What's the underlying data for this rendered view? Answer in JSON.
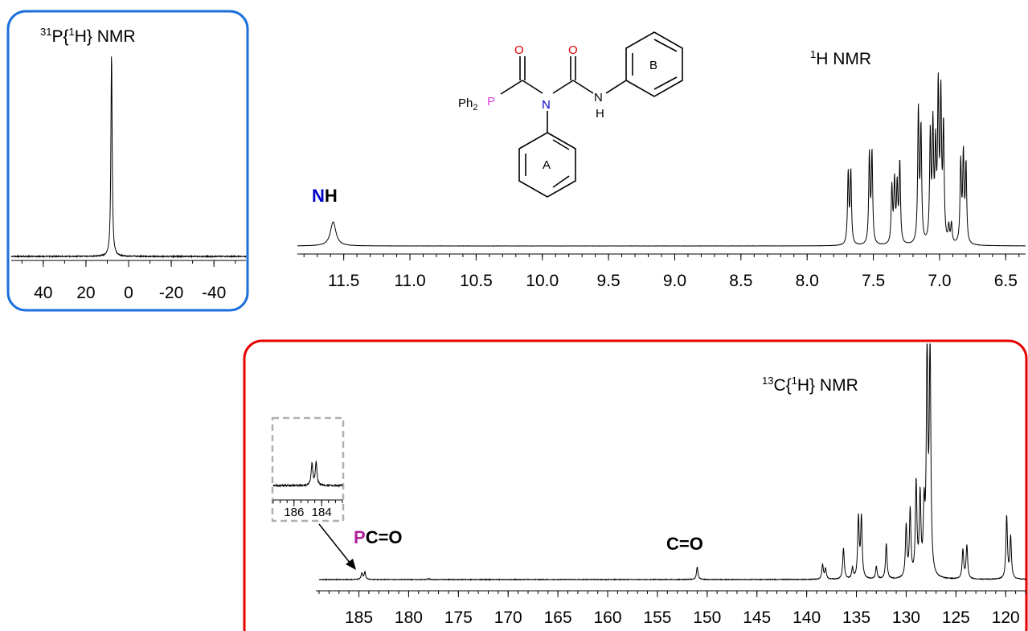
{
  "chart_data": [
    {
      "id": "p31",
      "type": "line",
      "title_sup": "31",
      "title_rest": "P{",
      "title_sup2": "1",
      "title_end": "H} NMR",
      "xlim": [
        55,
        -55
      ],
      "ticks": [
        40,
        20,
        0,
        -20,
        -40
      ],
      "tick_labels": [
        "40",
        "20",
        "0",
        "-20",
        "-40"
      ],
      "peaks": [
        {
          "x": 8,
          "height": 1.0
        }
      ],
      "frame_color": "#1a6fdc"
    },
    {
      "id": "h1",
      "type": "line",
      "title_sup": "1",
      "title_rest": "H NMR",
      "xlim": [
        11.85,
        6.35
      ],
      "ticks": [
        11.5,
        11.0,
        10.5,
        10.0,
        9.5,
        9.0,
        8.5,
        8.0,
        7.5,
        7.0,
        6.5
      ],
      "tick_labels": [
        "11.5",
        "11.0",
        "10.5",
        "10.0",
        "9.5",
        "9.0",
        "8.5",
        "8.0",
        "7.5",
        "7.0",
        "6.5"
      ],
      "peaks": [
        {
          "x": 11.58,
          "height": 0.15,
          "width": 0.025
        },
        {
          "x": 7.69,
          "height": 0.44
        },
        {
          "x": 7.67,
          "height": 0.45
        },
        {
          "x": 7.53,
          "height": 0.55
        },
        {
          "x": 7.51,
          "height": 0.56
        },
        {
          "x": 7.36,
          "height": 0.35
        },
        {
          "x": 7.34,
          "height": 0.38
        },
        {
          "x": 7.32,
          "height": 0.35
        },
        {
          "x": 7.3,
          "height": 0.5
        },
        {
          "x": 7.16,
          "height": 0.82
        },
        {
          "x": 7.14,
          "height": 0.7
        },
        {
          "x": 7.07,
          "height": 0.66
        },
        {
          "x": 7.05,
          "height": 0.7
        },
        {
          "x": 7.03,
          "height": 0.55
        },
        {
          "x": 7.01,
          "height": 0.92
        },
        {
          "x": 6.99,
          "height": 0.88
        },
        {
          "x": 6.97,
          "height": 0.7
        },
        {
          "x": 6.93,
          "height": 0.1
        },
        {
          "x": 6.91,
          "height": 0.12
        },
        {
          "x": 6.84,
          "height": 0.5
        },
        {
          "x": 6.82,
          "height": 0.54
        },
        {
          "x": 6.8,
          "height": 0.48
        }
      ],
      "nh_label_n": "N",
      "nh_label_h": "H"
    },
    {
      "id": "c13",
      "type": "line",
      "title_sup": "13",
      "title_rest": "C{",
      "title_sup2": "1",
      "title_end": "H} NMR",
      "xlim": [
        189,
        118
      ],
      "ticks": [
        185,
        180,
        175,
        170,
        165,
        160,
        155,
        150,
        145,
        140,
        135,
        130,
        125,
        120
      ],
      "tick_labels": [
        "185",
        "180",
        "175",
        "170",
        "165",
        "160",
        "155",
        "150",
        "145",
        "140",
        "135",
        "130",
        "125",
        "120"
      ],
      "peaks": [
        {
          "x": 184.7,
          "height": 0.03
        },
        {
          "x": 184.4,
          "height": 0.035
        },
        {
          "x": 178.0,
          "height": 0.005
        },
        {
          "x": 151.0,
          "height": 0.06
        },
        {
          "x": 138.4,
          "height": 0.07
        },
        {
          "x": 138.1,
          "height": 0.05
        },
        {
          "x": 136.3,
          "height": 0.15
        },
        {
          "x": 135.4,
          "height": 0.05
        },
        {
          "x": 134.8,
          "height": 0.29
        },
        {
          "x": 134.5,
          "height": 0.29
        },
        {
          "x": 133.0,
          "height": 0.06
        },
        {
          "x": 132.0,
          "height": 0.17
        },
        {
          "x": 130.0,
          "height": 0.25
        },
        {
          "x": 129.6,
          "height": 0.32
        },
        {
          "x": 129.0,
          "height": 0.45
        },
        {
          "x": 128.6,
          "height": 0.38
        },
        {
          "x": 128.2,
          "height": 0.3
        },
        {
          "x": 127.9,
          "height": 1.1
        },
        {
          "x": 127.6,
          "height": 1.1
        },
        {
          "x": 124.3,
          "height": 0.14
        },
        {
          "x": 123.9,
          "height": 0.16
        },
        {
          "x": 119.9,
          "height": 0.3
        },
        {
          "x": 119.5,
          "height": 0.2
        }
      ],
      "inset": {
        "xlim": [
          187.5,
          182.5
        ],
        "ticks": [
          186,
          184
        ],
        "tick_labels": [
          "186",
          "184"
        ],
        "peaks": [
          {
            "x": 184.7,
            "height": 0.7
          },
          {
            "x": 184.4,
            "height": 0.75
          }
        ]
      },
      "pc_label_p": "P",
      "pc_label_rest": "C=O",
      "co_label": "C=O",
      "frame_color": "#e60000"
    }
  ],
  "structure": {
    "atom_O1": "O",
    "atom_O2": "O",
    "atom_N": "N",
    "atom_NH_N": "N",
    "atom_NH_H": "H",
    "atom_P": "P",
    "ph2": "Ph",
    "ph2_sub": "2",
    "ring_A": "A",
    "ring_B": "B"
  },
  "colors": {
    "p_magenta": "#e040e0",
    "n_blue": "#0000c8",
    "o_red": "#e00000",
    "pc_magenta": "#b0209a"
  }
}
